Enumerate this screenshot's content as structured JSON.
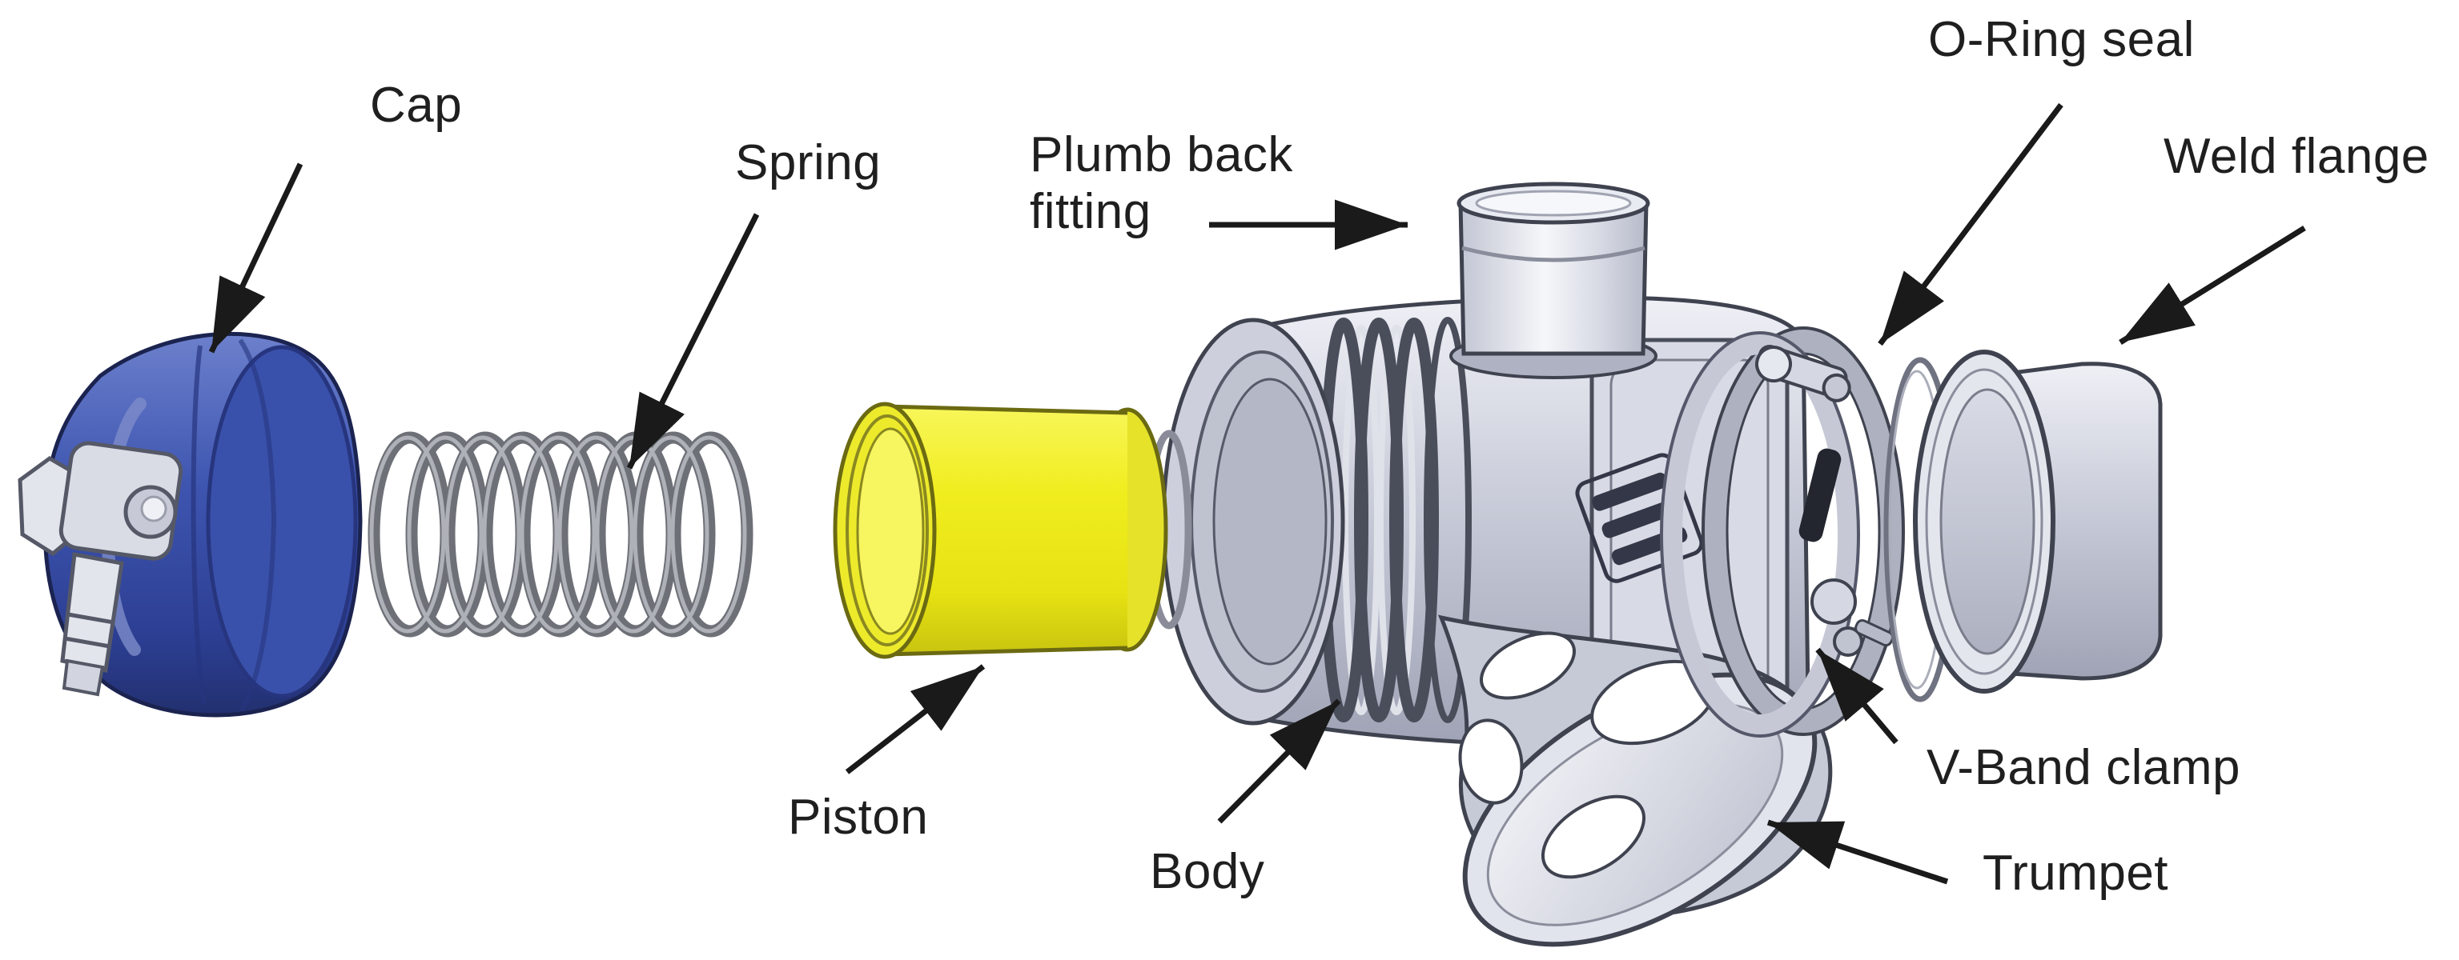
{
  "diagram": {
    "description": "Exploded view diagram of a blow-off valve assembly",
    "background_color": "#FFFFFF",
    "text_color": "#1F1F1F",
    "arrow_color": "#1A1A1A",
    "labels": {
      "cap": "Cap",
      "spring": "Spring",
      "plumb_back_fitting": "Plumb back fitting",
      "o_ring_seal": "O-Ring seal",
      "weld_flange": "Weld flange",
      "piston": "Piston",
      "body": "Body",
      "v_band_clamp": "V-Band clamp",
      "trumpet": "Trumpet"
    },
    "part_colors": {
      "cap_blue": "#3E55B0",
      "piston_yellow": "#F0ED1E",
      "metal_light": "#E9EBF2",
      "metal_mid": "#C9CCD9",
      "metal_dark": "#9FA3B5",
      "spring_gray": "#6E7077",
      "outline": "#3F424F"
    }
  }
}
